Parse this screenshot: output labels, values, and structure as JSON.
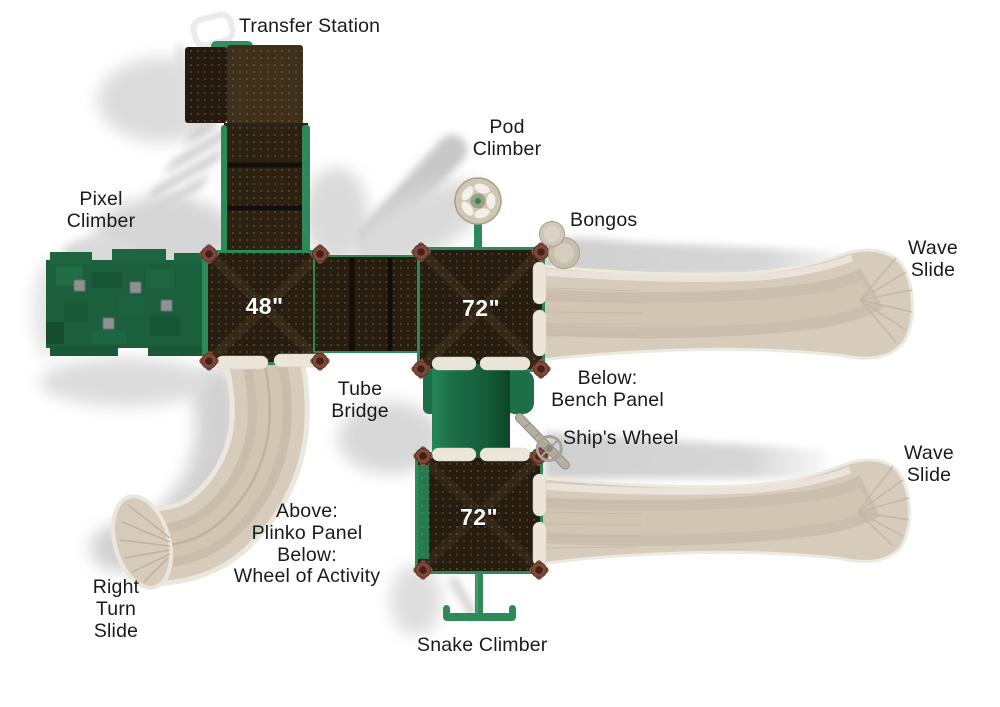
{
  "scene": {
    "type": "playground-equipment-top-view"
  },
  "labels": {
    "transfer_station": "Transfer Station",
    "pod_climber": "Pod\nClimber",
    "bongos": "Bongos",
    "pixel_climber": "Pixel\nClimber",
    "wave_slide_top": "Wave\nSlide",
    "tube_bridge": "Tube\nBridge",
    "bench_panel": "Below:\nBench Panel",
    "ships_wheel": "Ship's Wheel",
    "wave_slide_bottom": "Wave\nSlide",
    "plinko_panel": "Above:\nPlinko Panel\nBelow:\nWheel of Activity",
    "right_turn_slide": "Right\nTurn\nSlide",
    "snake_climber": "Snake Climber"
  },
  "decks": {
    "deck_48": "48\"",
    "deck_72_upper": "72\"",
    "deck_72_lower": "72\""
  },
  "colors": {
    "deck_brown": "#271d11",
    "rail_green": "#2c8a59",
    "pixel_green": "#1c5f3d",
    "tunnel_green": "#17603c",
    "slide_tan": "#d7cbbc",
    "post_rust": "#7d4938",
    "shadow_gray": "#d9d9d9",
    "label_text": "#1a1a1a",
    "deck_text": "#ffffff",
    "background": "#ffffff"
  }
}
